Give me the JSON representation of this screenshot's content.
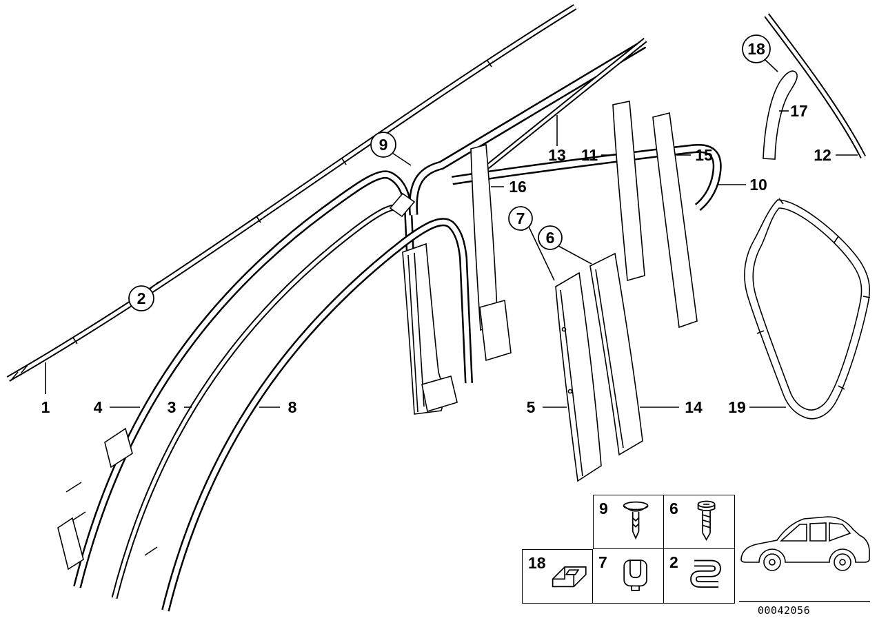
{
  "page": {
    "background": "#ffffff",
    "line_color": "#000000"
  },
  "callouts": [
    {
      "label": "1",
      "circled": false
    },
    {
      "label": "2",
      "circled": true
    },
    {
      "label": "3",
      "circled": false
    },
    {
      "label": "4",
      "circled": false
    },
    {
      "label": "5",
      "circled": false
    },
    {
      "label": "6",
      "circled": true
    },
    {
      "label": "7",
      "circled": true
    },
    {
      "label": "8",
      "circled": false
    },
    {
      "label": "9",
      "circled": true
    },
    {
      "label": "10",
      "circled": false
    },
    {
      "label": "11",
      "circled": false
    },
    {
      "label": "12",
      "circled": false
    },
    {
      "label": "13",
      "circled": false
    },
    {
      "label": "14",
      "circled": false
    },
    {
      "label": "15",
      "circled": false
    },
    {
      "label": "16",
      "circled": false
    },
    {
      "label": "17",
      "circled": false
    },
    {
      "label": "18",
      "circled": true
    },
    {
      "label": "19",
      "circled": false
    }
  ],
  "legend": {
    "items": [
      {
        "label": "9",
        "icon": "expanding-rivet-icon"
      },
      {
        "label": "6",
        "icon": "screw-icon"
      },
      {
        "label": "18",
        "icon": "retainer-bracket-icon"
      },
      {
        "label": "7",
        "icon": "clip-icon"
      },
      {
        "label": "2",
        "icon": "spring-clamp-icon"
      }
    ]
  },
  "footer": {
    "doc_number": "00042056"
  }
}
